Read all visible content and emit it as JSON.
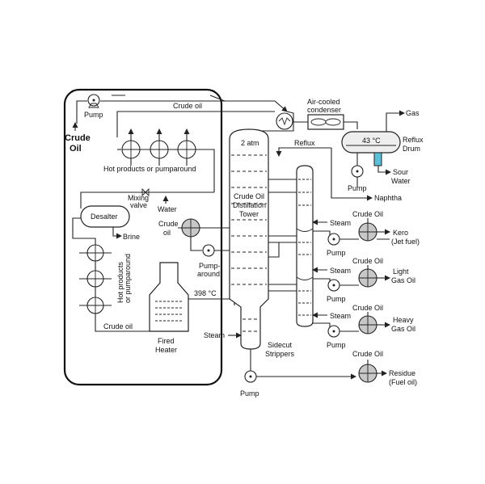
{
  "labels": {
    "pump_top": "Pump",
    "crude_oil_feed": "Crude",
    "crude_oil_feed2": "Oil",
    "crude_oil_line": "Crude oil",
    "hot_products_top": "Hot products or pumparound",
    "mixing_valve_1": "Mixing",
    "mixing_valve_2": "valve",
    "water": "Water",
    "desalter": "Desalter",
    "brine": "Brine",
    "hot_products_side_1": "Hot products",
    "hot_products_side_2": "or pumparound",
    "crude_oil_bottom": "Crude oil",
    "fired_heater_1": "Fired",
    "fired_heater_2": "Heater",
    "temp_398": "398 °C",
    "crude_oil_mid_1": "Crude",
    "crude_oil_mid_2": "oil",
    "pumparound_1": "Pump-",
    "pumparound_2": "around",
    "steam_tower": "Steam",
    "tower_top": "2 atm",
    "tower_1": "Crude Oil",
    "tower_2": "Distillation",
    "tower_3": "Tower",
    "pump_bottom": "Pump",
    "air_cooled_1": "Air-cooled",
    "air_cooled_2": "condenser",
    "gas": "Gas",
    "drum_temp": "43 °C",
    "reflux_drum_1": "Reflux",
    "reflux_drum_2": "Drum",
    "reflux": "Reflux",
    "sour_water_1": "Sour",
    "sour_water_2": "Water",
    "pump_reflux": "Pump",
    "naphtha": "Naphtha",
    "steam_1": "Steam",
    "steam_2": "Steam",
    "steam_3": "Steam",
    "crude_oil_hx1": "Crude Oil",
    "crude_oil_hx2": "Crude Oil",
    "crude_oil_hx3": "Crude Oil",
    "crude_oil_hx4": "Crude Oil",
    "pump_kero": "Pump",
    "pump_lgo": "Pump",
    "pump_hgo": "Pump",
    "kero_1": "Kero",
    "kero_2": "(Jet fuel)",
    "lgo_1": "Light",
    "lgo_2": "Gas Oil",
    "hgo_1": "Heavy",
    "hgo_2": "Gas Oil",
    "residue_1": "Residue",
    "residue_2": "(Fuel oil)",
    "sidecut_1": "Sidecut",
    "sidecut_2": "Strippers"
  },
  "colors": {
    "line": "#222222",
    "gray_exchanger": "#c8c8c8",
    "sour_water": "#5bc0d8",
    "drum_fill": "#eeeeee"
  }
}
